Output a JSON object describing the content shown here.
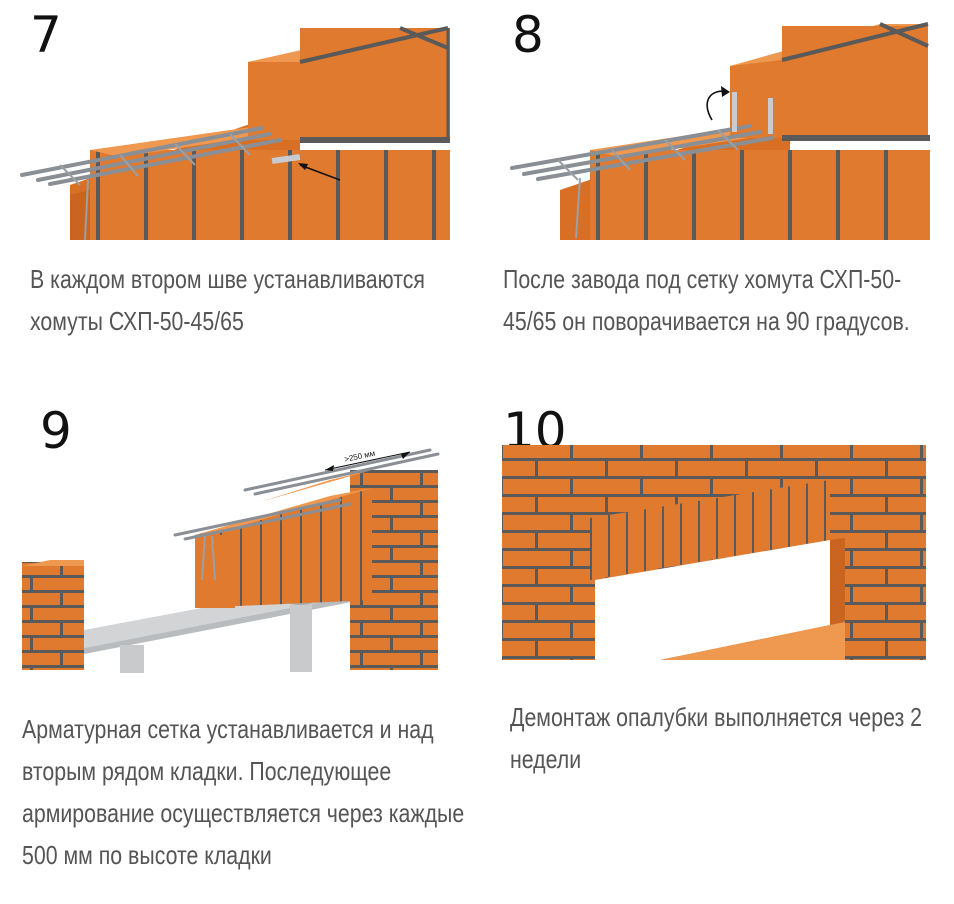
{
  "steps": [
    {
      "number": "7",
      "caption": "В каждом втором шве устанавливаются хомуты СХП-50-45/65"
    },
    {
      "number": "8",
      "caption": "После завода под сетку хомута СХП-50-45/65 он поворачивается на 90 градусов."
    },
    {
      "number": "9",
      "caption": "Арматурная сетка устанавливается и над вторым рядом кладки. Последующее армирование осуществляется через каждые 500 мм по высоте кладки",
      "dimension_label": ">250 мм"
    },
    {
      "number": "10",
      "caption": "Демонтаж опалубки выполняется через 2 недели"
    }
  ],
  "colors": {
    "brick": "#e07a2e",
    "brick_dark": "#c96520",
    "brick_top": "#ee9850",
    "mortar": "#5a5a5a",
    "steel": "#8a8f96",
    "formwork": "#d2d4d6"
  }
}
